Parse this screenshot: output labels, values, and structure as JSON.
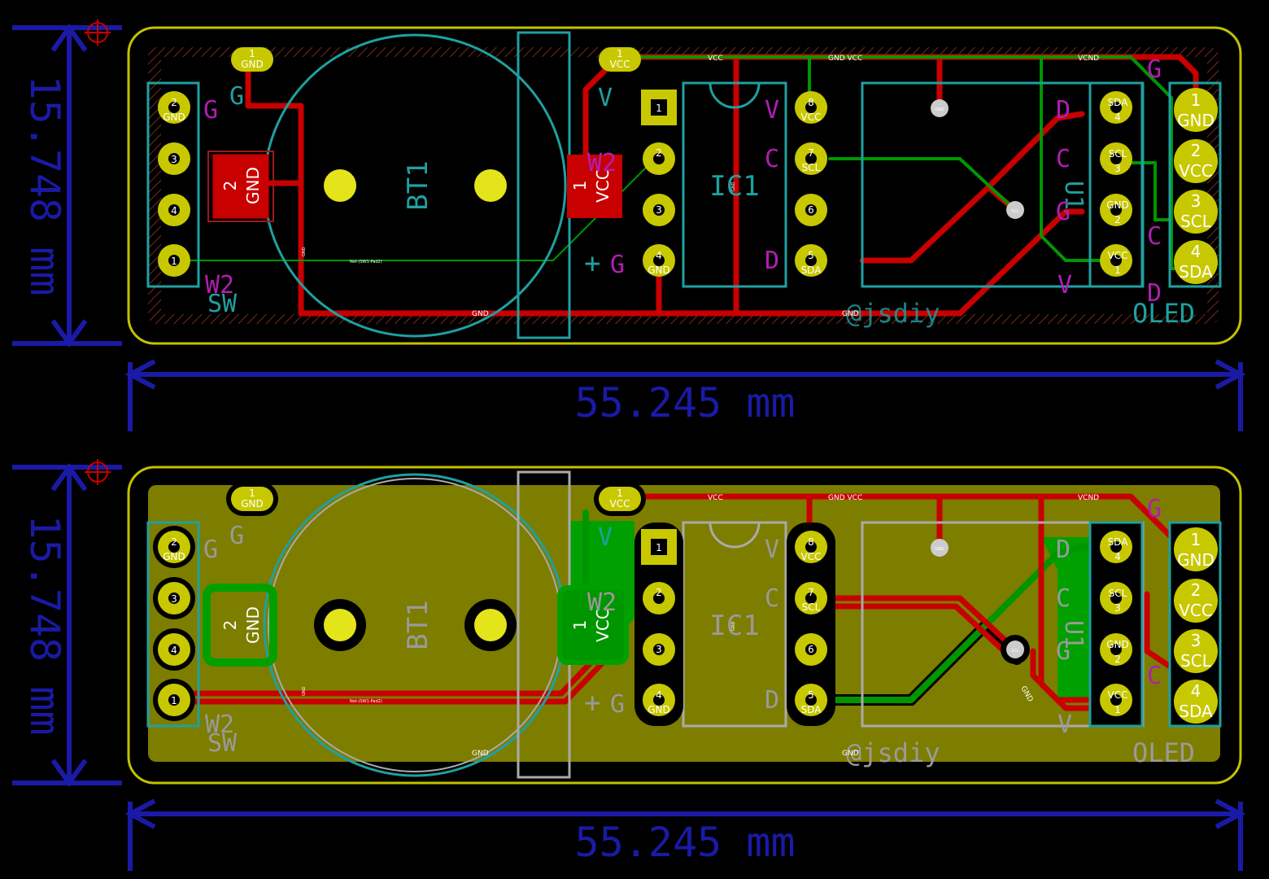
{
  "dimensions": {
    "height_label": "15.748 mm",
    "width_label": "55.245 mm"
  },
  "components": {
    "battery_ref": "BT1",
    "ic_ref": "IC1",
    "oled_module_ref": "U1",
    "oled_label": "OLED",
    "switch_label": "SW",
    "credit": "@jsdiy"
  },
  "pads": {
    "top_gnd_pin": "1",
    "top_gnd_label": "GND",
    "top_vcc_pin": "1",
    "top_vcc_label": "VCC",
    "sw_pins": [
      "2",
      "3",
      "4",
      "1"
    ],
    "sw_gnd_label": "GND",
    "bt_neg_pin": "2",
    "bt_neg_label": "GND",
    "bt_pos_pin": "1",
    "bt_pos_label": "VCC",
    "ic_left_pins": [
      "1",
      "2",
      "3",
      "4"
    ],
    "ic_left_gnd_label": "GND",
    "ic_right_pins": [
      "8",
      "7",
      "6",
      "5"
    ],
    "ic_right_labels": [
      "VCC",
      "SCL",
      "",
      "SDA"
    ],
    "u1_labels": [
      "SDA",
      "SCL",
      "GND",
      "VCC"
    ],
    "u1_pins": [
      "4",
      "3",
      "2",
      "1"
    ],
    "oled_pins": [
      "1",
      "2",
      "3",
      "4"
    ],
    "oled_labels": [
      "GND",
      "VCC",
      "SCL",
      "SDA"
    ]
  },
  "nets": {
    "vcc": "VCC",
    "gnd": "GND",
    "gnd_vcc_pair": "GND  VCC",
    "vcond": "VCND",
    "scl": "SCL",
    "sda": "SDA",
    "switch_net": "Net-(SW1-Pad2)"
  },
  "silk_marks": {
    "g": "G",
    "v": "V",
    "w2": "W2",
    "g_mirror": "G",
    "c_mirror": "C",
    "d_mirror": "D",
    "plus": "+",
    "v_small": "V"
  },
  "colors": {
    "background": "#000000",
    "edge_cuts": "#c2c200",
    "copper_front": "#c80000",
    "copper_back": "#009600",
    "pad": "#c8c800",
    "fill_back": "#7d7d00",
    "silk_cyan": "#1fa0a0",
    "dimension": "#1a1aa6",
    "silk_magenta": "#b21db2"
  }
}
